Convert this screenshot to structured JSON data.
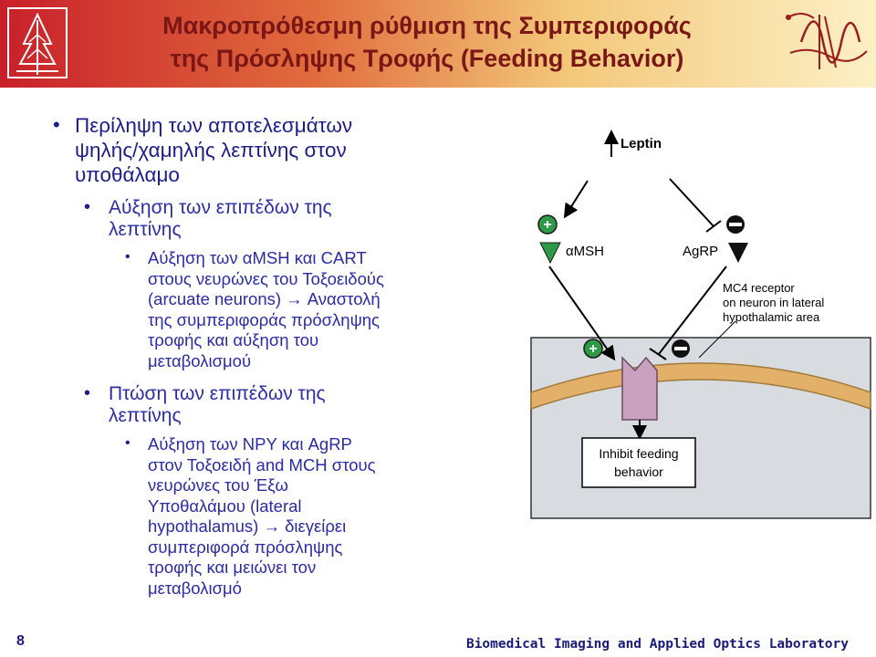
{
  "header": {
    "title_line1": "Μακροπρόθεσμη ρύθμιση της Συμπεριφοράς",
    "title_line2": "της Πρόσληψης Τροφής (Feeding Behavior)",
    "colors": {
      "title": "#7a1616",
      "band_left": "#c8202a",
      "band_right": "#fdf0c6"
    },
    "left_logo_icon": "university-tree-emblem-icon",
    "right_logo_icon": "optics-lab-sine-wave-icon"
  },
  "content": {
    "bullet_l1": [
      "Περίληψη των αποτελεσμάτων",
      "ψηλής/χαμηλής λεπτίνης στον",
      "υποθάλαμο"
    ],
    "increase": {
      "heading": [
        "Αύξηση των επιπέδων της",
        "λεπτίνης"
      ],
      "detail": [
        "Αύξηση των αMSH και CART",
        "στους νευρώνες του Τοξοειδούς",
        "(arcuate neurons) → Αναστολή",
        "της συμπεριφοράς πρόσληψης",
        "τροφής και αύξηση του",
        "μεταβολισμού"
      ]
    },
    "decrease": {
      "heading": [
        "Πτώση των επιπέδων της",
        "λεπτίνης"
      ],
      "detail": [
        "Αύξηση των NPY και AgRP",
        "στον Τοξοειδή and MCH στους",
        "νευρώνες του Έξω",
        "Υποθαλάμου (lateral",
        "hypothalamus) → διεγείρει",
        "συμπεριφορά πρόσληψης",
        "τροφής και μειώνει τον",
        "μεταβολισμό"
      ]
    },
    "text_colors": {
      "primary": "#1c1c8c",
      "secondary": "#2d2da8"
    }
  },
  "diagram": {
    "leptin_label": "Leptin",
    "amsh_label": "αMSH",
    "agrp_label": "AgRP",
    "receptor_label": [
      "MC4 receptor",
      "on neuron in lateral",
      "hypothalamic area"
    ],
    "inhibit_label": [
      "Inhibit feeding",
      "behavior"
    ],
    "plus_symbol": "+",
    "minus_symbol": "−",
    "colors": {
      "plus_fill": "#2e9a48",
      "amsh_triangle": "#2e9a48",
      "agrp_triangle": "#111111",
      "membrane": "#e3b06a",
      "membrane_edge": "#a07a3a",
      "box_fill": "#d8dce0",
      "receptor": "#c9a2c0"
    }
  },
  "footer": {
    "page_number": "8",
    "lab_name": "Biomedical Imaging and Applied Optics Laboratory"
  }
}
